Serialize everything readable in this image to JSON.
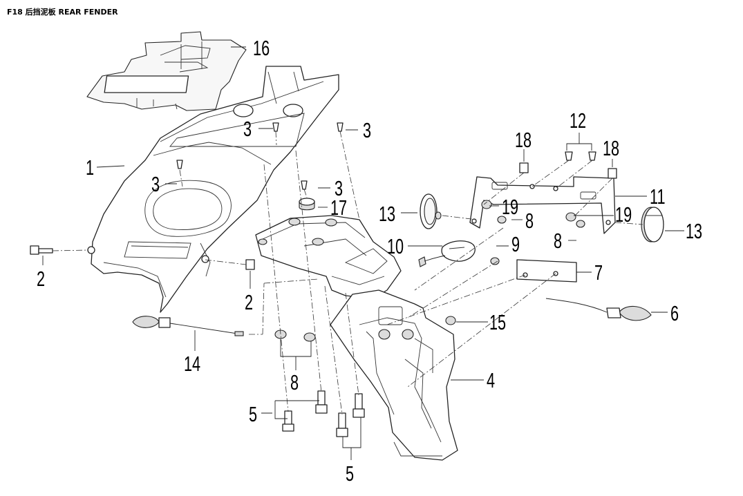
{
  "title": "F18 后挡泥板 REAR FENDER",
  "callouts": {
    "c16": "16",
    "c1": "1",
    "c3a": "3",
    "c3b": "3",
    "c3c": "3",
    "c3d": "3",
    "c12": "12",
    "c18a": "18",
    "c18b": "18",
    "c11": "11",
    "c17": "17",
    "c13a": "13",
    "c19a": "19",
    "c8a": "8",
    "c19b": "19",
    "c13b": "13",
    "c10": "10",
    "c9": "9",
    "c8b": "8",
    "c2a": "2",
    "c2b": "2",
    "c7": "7",
    "c6": "6",
    "c15": "15",
    "c14": "14",
    "c8c": "8",
    "c4": "4",
    "c5a": "5",
    "c5b": "5"
  }
}
